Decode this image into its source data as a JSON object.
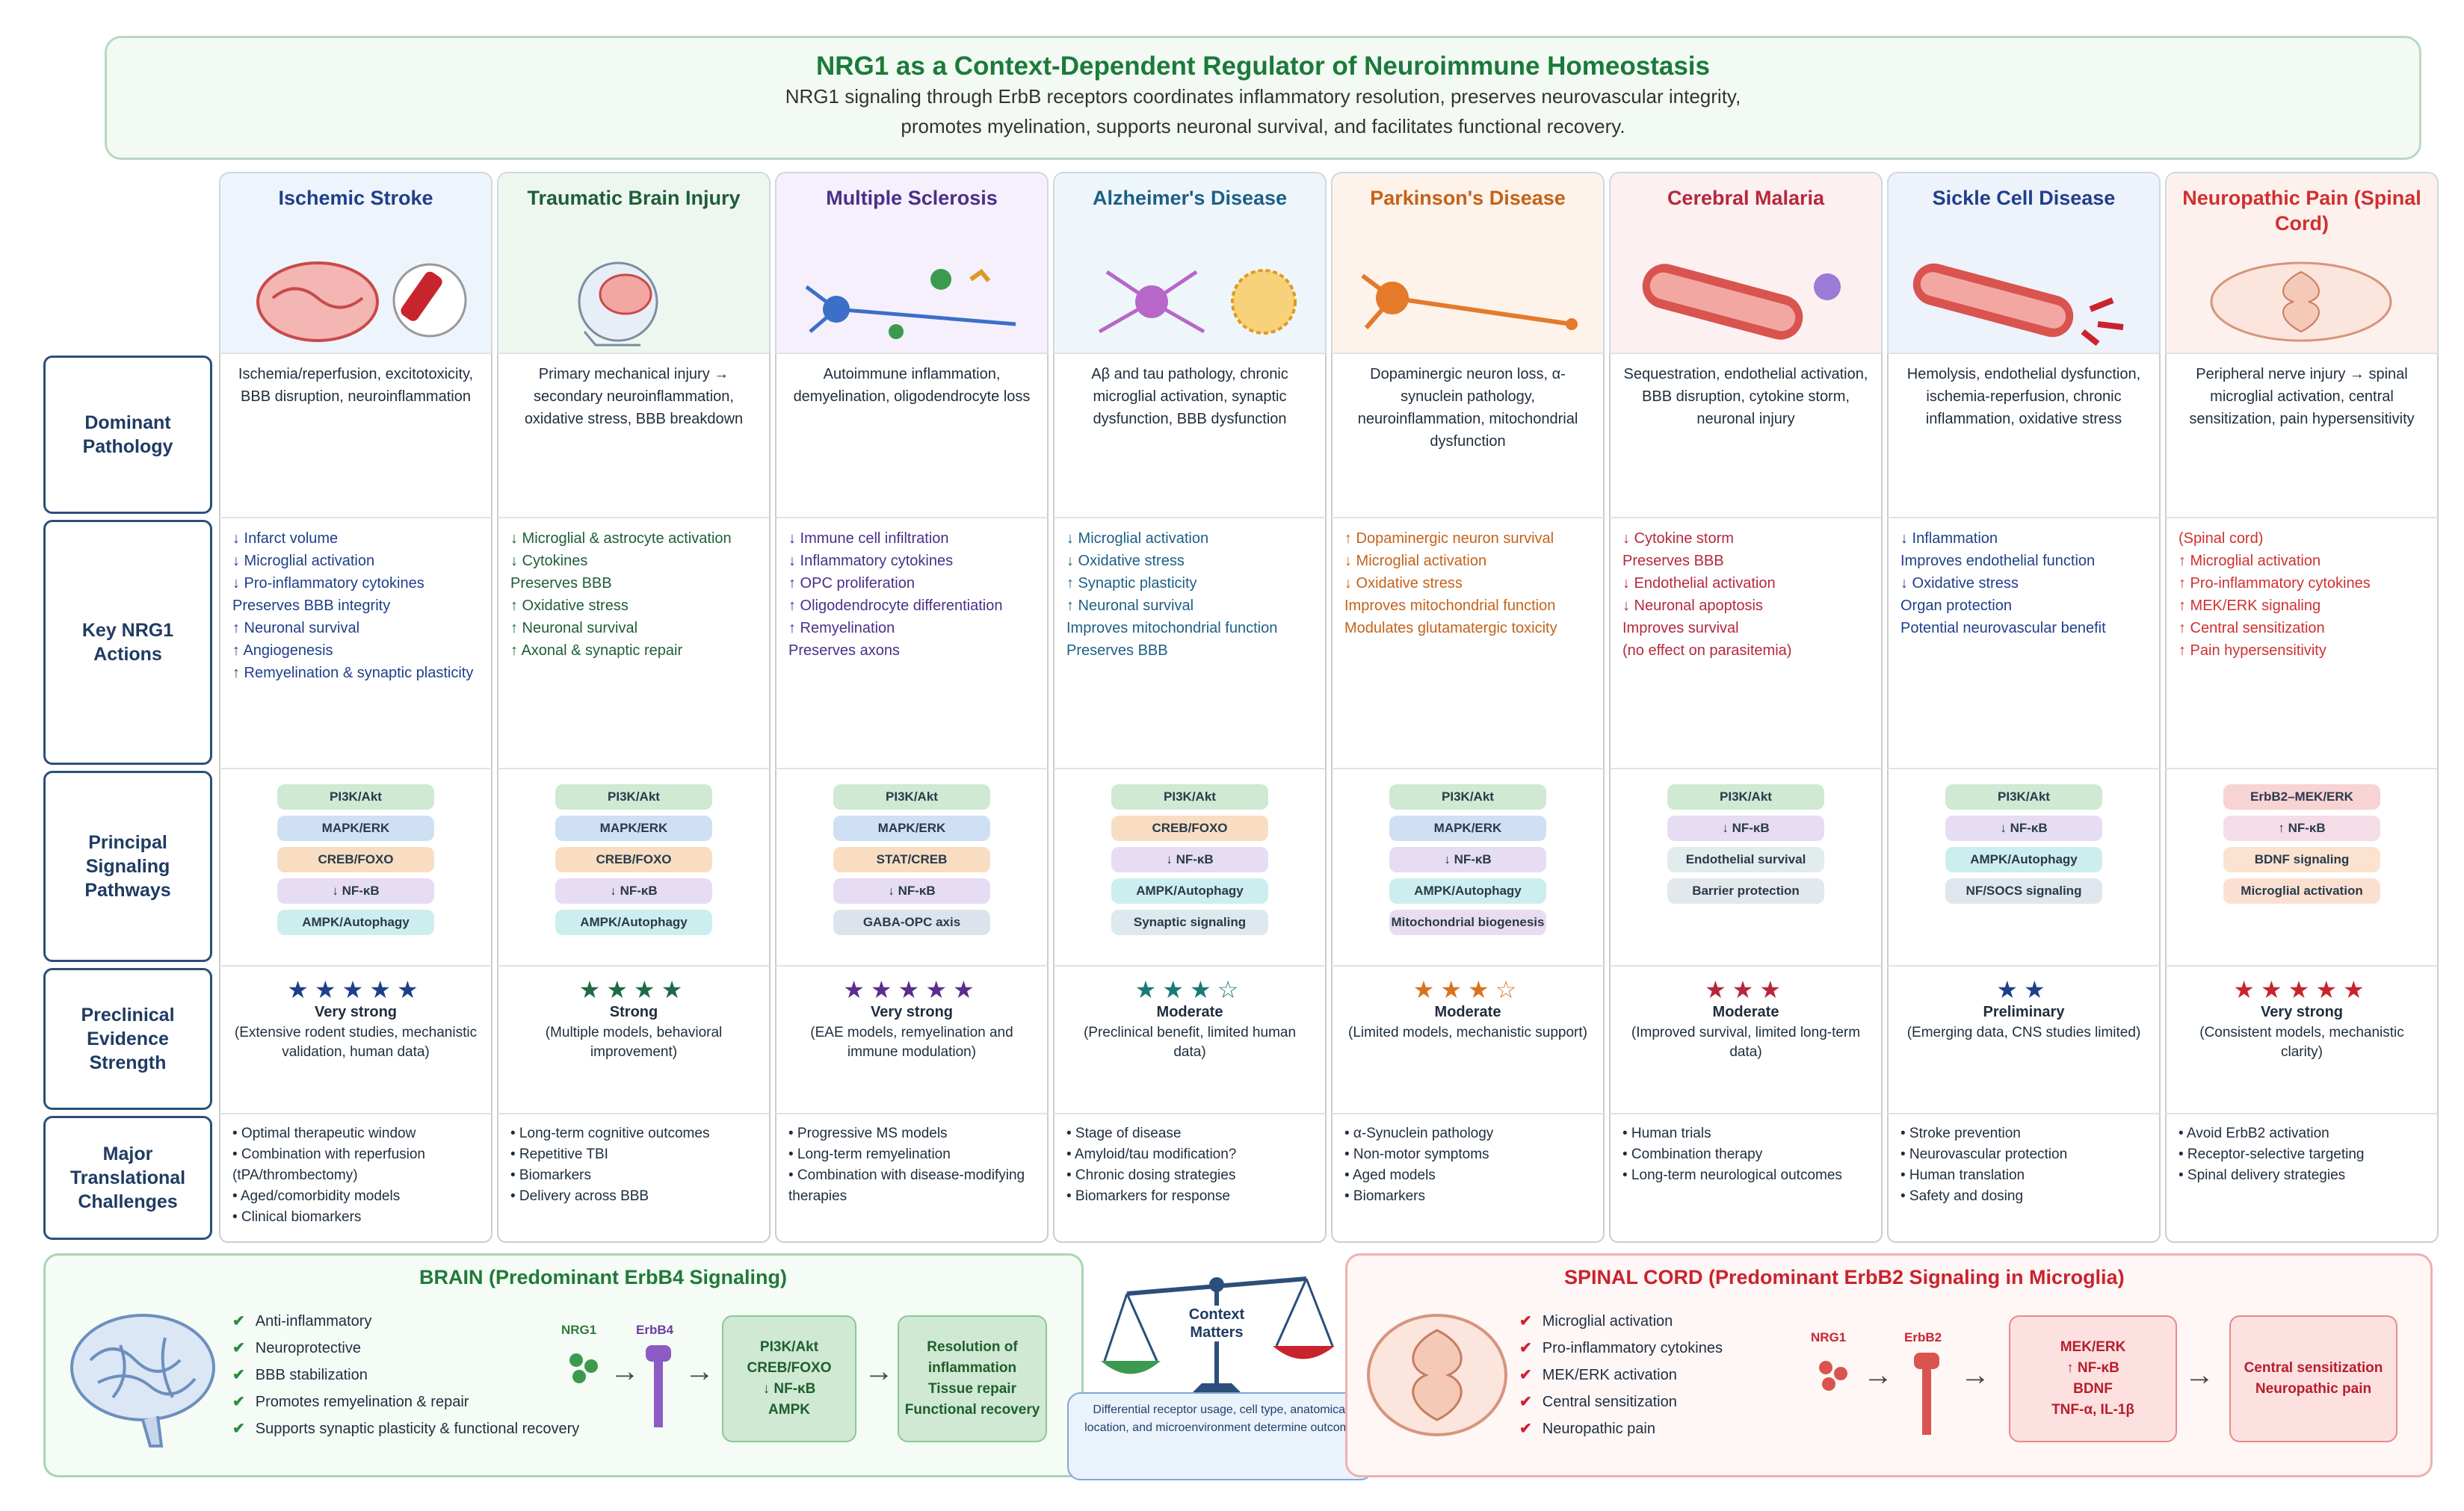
{
  "header": {
    "title": "NRG1 as a Context-Dependent Regulator of Neuroimmune Homeostasis",
    "subtitle_1": "NRG1 signaling through ErbB receptors coordinates inflammatory resolution, preserves neurovascular integrity,",
    "subtitle_2": "promotes myelination, supports neuronal survival, and facilitates functional recovery."
  },
  "row_labels": {
    "pathology": "Dominant Pathology",
    "actions": "Key NRG1 Actions",
    "pathways": "Principal Signaling Pathways",
    "evidence": "Preclinical Evidence Strength",
    "challenges": "Major Translational Challenges"
  },
  "diseases": [
    {
      "name": "Ischemic Stroke",
      "color": "#1f3f8a",
      "bg": "#eef4fb",
      "pathology": "Ischemia/reperfusion, excitotoxicity, BBB disruption, neuroinflammation",
      "actions": [
        "↓ Infarct volume",
        "↓ Microglial activation",
        "↓ Pro-inflammatory cytokines",
        "Preserves BBB integrity",
        "↑ Neuronal survival",
        "↑ Angiogenesis",
        "↑ Remyelination & synaptic plasticity"
      ],
      "pathways": [
        "PI3K/Akt",
        "MAPK/ERK",
        "CREB/FOXO",
        "↓ NF-κB",
        "AMPK/Autophagy"
      ],
      "stars": "★★★★★",
      "star_color": "#1f3f8a",
      "evidence_label": "Very strong",
      "evidence_note": "(Extensive rodent studies, mechanistic validation, human data)",
      "challenges": [
        "• Optimal therapeutic window",
        "• Combination with reperfusion (tPA/thrombectomy)",
        "• Aged/comorbidity models",
        "• Clinical biomarkers"
      ]
    },
    {
      "name": "Traumatic Brain Injury",
      "color": "#1e5e38",
      "bg": "#eef7ef",
      "pathology": "Primary mechanical injury → secondary neuroinflammation, oxidative stress, BBB breakdown",
      "actions": [
        "↓ Microglial & astrocyte activation",
        "↓ Cytokines",
        "Preserves BBB",
        "↑ Oxidative stress",
        "↑ Neuronal survival",
        "↑ Axonal & synaptic repair"
      ],
      "pathways": [
        "PI3K/Akt",
        "MAPK/ERK",
        "CREB/FOXO",
        "↓ NF-κB",
        "AMPK/Autophagy"
      ],
      "stars": "★★★★",
      "star_color": "#1e6b45",
      "evidence_label": "Strong",
      "evidence_note": "(Multiple models, behavioral improvement)",
      "challenges": [
        "• Long-term cognitive outcomes",
        "• Repetitive TBI",
        "• Biomarkers",
        "• Delivery across BBB"
      ]
    },
    {
      "name": "Multiple Sclerosis",
      "color": "#4a2f8a",
      "bg": "#f5f0fb",
      "pathology": "Autoimmune inflammation, demyelination, oligodendrocyte loss",
      "actions": [
        "↓ Immune cell infiltration",
        "↓ Inflammatory cytokines",
        "↑ OPC proliferation",
        "↑ Oligodendrocyte differentiation",
        "↑ Remyelination",
        "Preserves axons"
      ],
      "pathways": [
        "PI3K/Akt",
        "MAPK/ERK",
        "STAT/CREB",
        "↓ NF-κB",
        "GABA-OPC axis"
      ],
      "stars": "★★★★★",
      "star_color": "#5b2d8e",
      "evidence_label": "Very strong",
      "evidence_note": "(EAE models, remyelination and immune modulation)",
      "challenges": [
        "• Progressive MS models",
        "• Long-term remyelination",
        "• Combination with disease-modifying therapies"
      ]
    },
    {
      "name": "Alzheimer's Disease",
      "color": "#1d5f86",
      "bg": "#eef6fb",
      "pathology": "Aβ and tau pathology, chronic microglial activation, synaptic dysfunction, BBB dysfunction",
      "actions": [
        "↓ Microglial activation",
        "↓ Oxidative stress",
        "↑ Synaptic plasticity",
        "↑ Neuronal survival",
        "Improves mitochondrial function",
        "Preserves BBB"
      ],
      "pathways": [
        "PI3K/Akt",
        "CREB/FOXO",
        "↓ NF-κB",
        "AMPK/Autophagy",
        "Synaptic signaling"
      ],
      "stars": "★★★☆",
      "star_color": "#1a7a7a",
      "evidence_label": "Moderate",
      "evidence_note": "(Preclinical benefit, limited human data)",
      "challenges": [
        "• Stage of disease",
        "• Amyloid/tau modification?",
        "• Chronic dosing strategies",
        "• Biomarkers for response"
      ]
    },
    {
      "name": "Parkinson's Disease",
      "color": "#c4621a",
      "bg": "#fdf3ea",
      "pathology": "Dopaminergic neuron loss, α-synuclein pathology, neuroinflammation, mitochondrial dysfunction",
      "actions": [
        "↑ Dopaminergic neuron survival",
        "↓ Microglial activation",
        "↓ Oxidative stress",
        "Improves mitochondrial function",
        "Modulates glutamatergic toxicity"
      ],
      "pathways": [
        "PI3K/Akt",
        "MAPK/ERK",
        "↓ NF-κB",
        "AMPK/Autophagy",
        "Mitochondrial biogenesis"
      ],
      "stars": "★★★☆",
      "star_color": "#d9731e",
      "evidence_label": "Moderate",
      "evidence_note": "(Limited models, mechanistic support)",
      "challenges": [
        "• α-Synuclein pathology",
        "• Non-motor symptoms",
        "• Aged models",
        "• Biomarkers"
      ]
    },
    {
      "name": "Cerebral Malaria",
      "color": "#b5283c",
      "bg": "#fcf0f1",
      "pathology": "Sequestration, endothelial activation, BBB disruption, cytokine storm, neuronal injury",
      "actions": [
        "↓ Cytokine storm",
        "Preserves BBB",
        "↓ Endothelial activation",
        "↓ Neuronal apoptosis",
        "Improves survival",
        "(no effect on parasitemia)"
      ],
      "pathways": [
        "PI3K/Akt",
        "↓ NF-κB",
        "Endothelial survival",
        "Barrier protection"
      ],
      "stars": "★★★",
      "star_color": "#b5283c",
      "evidence_label": "Moderate",
      "evidence_note": "(Improved survival, limited long-term data)",
      "challenges": [
        "• Human trials",
        "• Combination therapy",
        "• Long-term neurological outcomes"
      ]
    },
    {
      "name": "Sickle Cell Disease",
      "color": "#1f3f8a",
      "bg": "#eef2fb",
      "pathology": "Hemolysis, endothelial dysfunction, ischemia-reperfusion, chronic inflammation, oxidative stress",
      "actions": [
        "↓ Inflammation",
        "Improves endothelial function",
        "↓ Oxidative stress",
        "Organ protection",
        "Potential neurovascular benefit"
      ],
      "pathways": [
        "PI3K/Akt",
        "↓ NF-κB",
        "AMPK/Autophagy",
        "NF/SOCS signaling"
      ],
      "stars": "★★",
      "star_color": "#1f3f8a",
      "evidence_label": "Preliminary",
      "evidence_note": "(Emerging data, CNS studies limited)",
      "challenges": [
        "• Stroke prevention",
        "• Neurovascular protection",
        "• Human translation",
        "• Safety and dosing"
      ]
    },
    {
      "name": "Neuropathic Pain (Spinal Cord)",
      "color": "#d03030",
      "bg": "#fdf1ee",
      "pathology": "Peripheral nerve injury → spinal microglial activation, central sensitization, pain hypersensitivity",
      "actions": [
        "(Spinal cord)",
        "↑ Microglial activation",
        "↑ Pro-inflammatory cytokines",
        "↑ MEK/ERK signaling",
        "↑ Central sensitization",
        "↑ Pain hypersensitivity"
      ],
      "pathways": [
        "ErbB2–MEK/ERK",
        "↑ NF-κB",
        "BDNF signaling",
        "Microglial activation"
      ],
      "stars": "★★★★★",
      "star_color": "#c8242e",
      "evidence_label": "Very strong",
      "evidence_note": "(Consistent models, mechanistic clarity)",
      "challenges": [
        "• Avoid ErbB2 activation",
        "• Receptor-selective targeting",
        "• Spinal delivery strategies"
      ]
    }
  ],
  "brain_panel": {
    "title": "BRAIN (Predominant ErbB4 Signaling)",
    "items": [
      "Anti-inflammatory",
      "Neuroprotective",
      "BBB stabilization",
      "Promotes remyelination & repair",
      "Supports synaptic plasticity & functional recovery"
    ],
    "ligand": "NRG1",
    "receptor": "ErbB4",
    "pathway_box": [
      "PI3K/Akt",
      "CREB/FOXO",
      "↓ NF-κB",
      "AMPK"
    ],
    "outcome_box": [
      "Resolution of inflammation",
      "Tissue repair",
      "Functional recovery"
    ]
  },
  "context": {
    "scale_label": "Context Matters",
    "note": "Differential receptor usage, cell type, anatomical location, and microenvironment determine outcome"
  },
  "spinal_panel": {
    "title": "SPINAL CORD (Predominant ErbB2 Signaling in Microglia)",
    "items": [
      "Microglial activation",
      "Pro-inflammatory cytokines",
      "MEK/ERK activation",
      "Central sensitization",
      "Neuropathic pain"
    ],
    "ligand": "NRG1",
    "receptor": "ErbB2",
    "pathway_box": [
      "MEK/ERK",
      "↑ NF-κB",
      "BDNF",
      "TNF-α, IL-1β"
    ],
    "outcome_box": [
      "Central sensitization",
      "Neuropathic pain"
    ]
  },
  "pill_colors": {
    "PI3K/Akt": "#cfe9d2",
    "MAPK/ERK": "#cfe0f5",
    "CREB/FOXO": "#f8ddc2",
    "STAT/CREB": "#f8ddc2",
    "↓ NF-κB": "#e6dcf3",
    "↑ NF-κB": "#f4dde7",
    "AMPK/Autophagy": "#cdeeee",
    "GABA-OPC axis": "#dde3ec",
    "Synaptic signaling": "#dde8ef",
    "Mitochondrial biogenesis": "#e9dcef",
    "Endothelial survival": "#e2ecec",
    "Barrier protection": "#e2e8ec",
    "NF/SOCS signaling": "#dfe6ee",
    "ErbB2–MEK/ERK": "#f8d3d3",
    "BDNF signaling": "#fbe3cf",
    "Microglial activation": "#fbe0d2"
  }
}
